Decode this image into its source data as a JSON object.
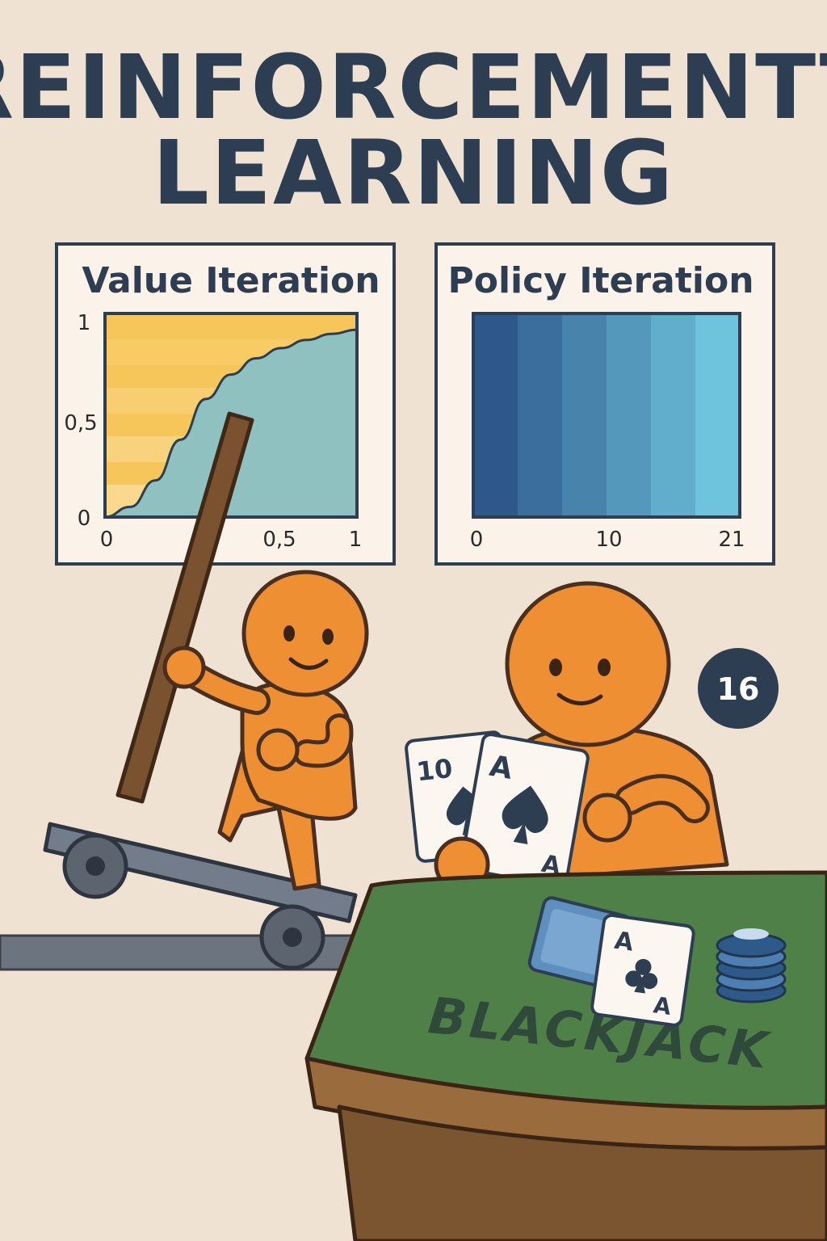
{
  "title": {
    "line1": "REINFORCEMENTT",
    "line2": "LEARNING"
  },
  "value_iteration": {
    "title": "Value Iteration",
    "y_ticks": [
      "1",
      "0,5",
      "0"
    ],
    "x_ticks": [
      "0",
      "0,5",
      "1"
    ]
  },
  "policy_iteration": {
    "title": "Policy Iteration",
    "x_ticks": [
      "0",
      "10",
      "21"
    ]
  },
  "score_badge": "16",
  "player_cards": {
    "card1_rank": "10",
    "card2_rank_top": "A",
    "card2_rank_bottom": "A"
  },
  "table_card": {
    "rank_top": "A",
    "rank_bottom": "A"
  },
  "table_label": "BLACKJACK",
  "colors": {
    "background": "#efe2d3",
    "title": "#2e3e52",
    "character": "#ef8f34",
    "felt": "#4f8048",
    "table_wood": "#7a5530",
    "badge": "#2e3e52"
  },
  "chart_data": [
    {
      "type": "area",
      "title": "Value Iteration",
      "xlim": [
        0,
        1
      ],
      "ylim": [
        0,
        1
      ],
      "x_ticks": [
        "0",
        "0,5",
        "1"
      ],
      "y_ticks": [
        "0",
        "0,5",
        "1"
      ],
      "x": [
        0,
        0.1,
        0.2,
        0.3,
        0.4,
        0.5,
        0.6,
        0.7,
        0.8,
        0.9,
        1.0
      ],
      "y": [
        0.0,
        0.05,
        0.18,
        0.38,
        0.58,
        0.7,
        0.78,
        0.83,
        0.87,
        0.9,
        0.92
      ],
      "grid": false
    },
    {
      "type": "heatmap",
      "title": "Policy Iteration",
      "xlim": [
        0,
        21
      ],
      "x_ticks": [
        "0",
        "10",
        "21"
      ],
      "values": [
        0.0,
        0.2,
        0.4,
        0.6,
        0.8,
        1.0
      ],
      "grid": false
    }
  ]
}
